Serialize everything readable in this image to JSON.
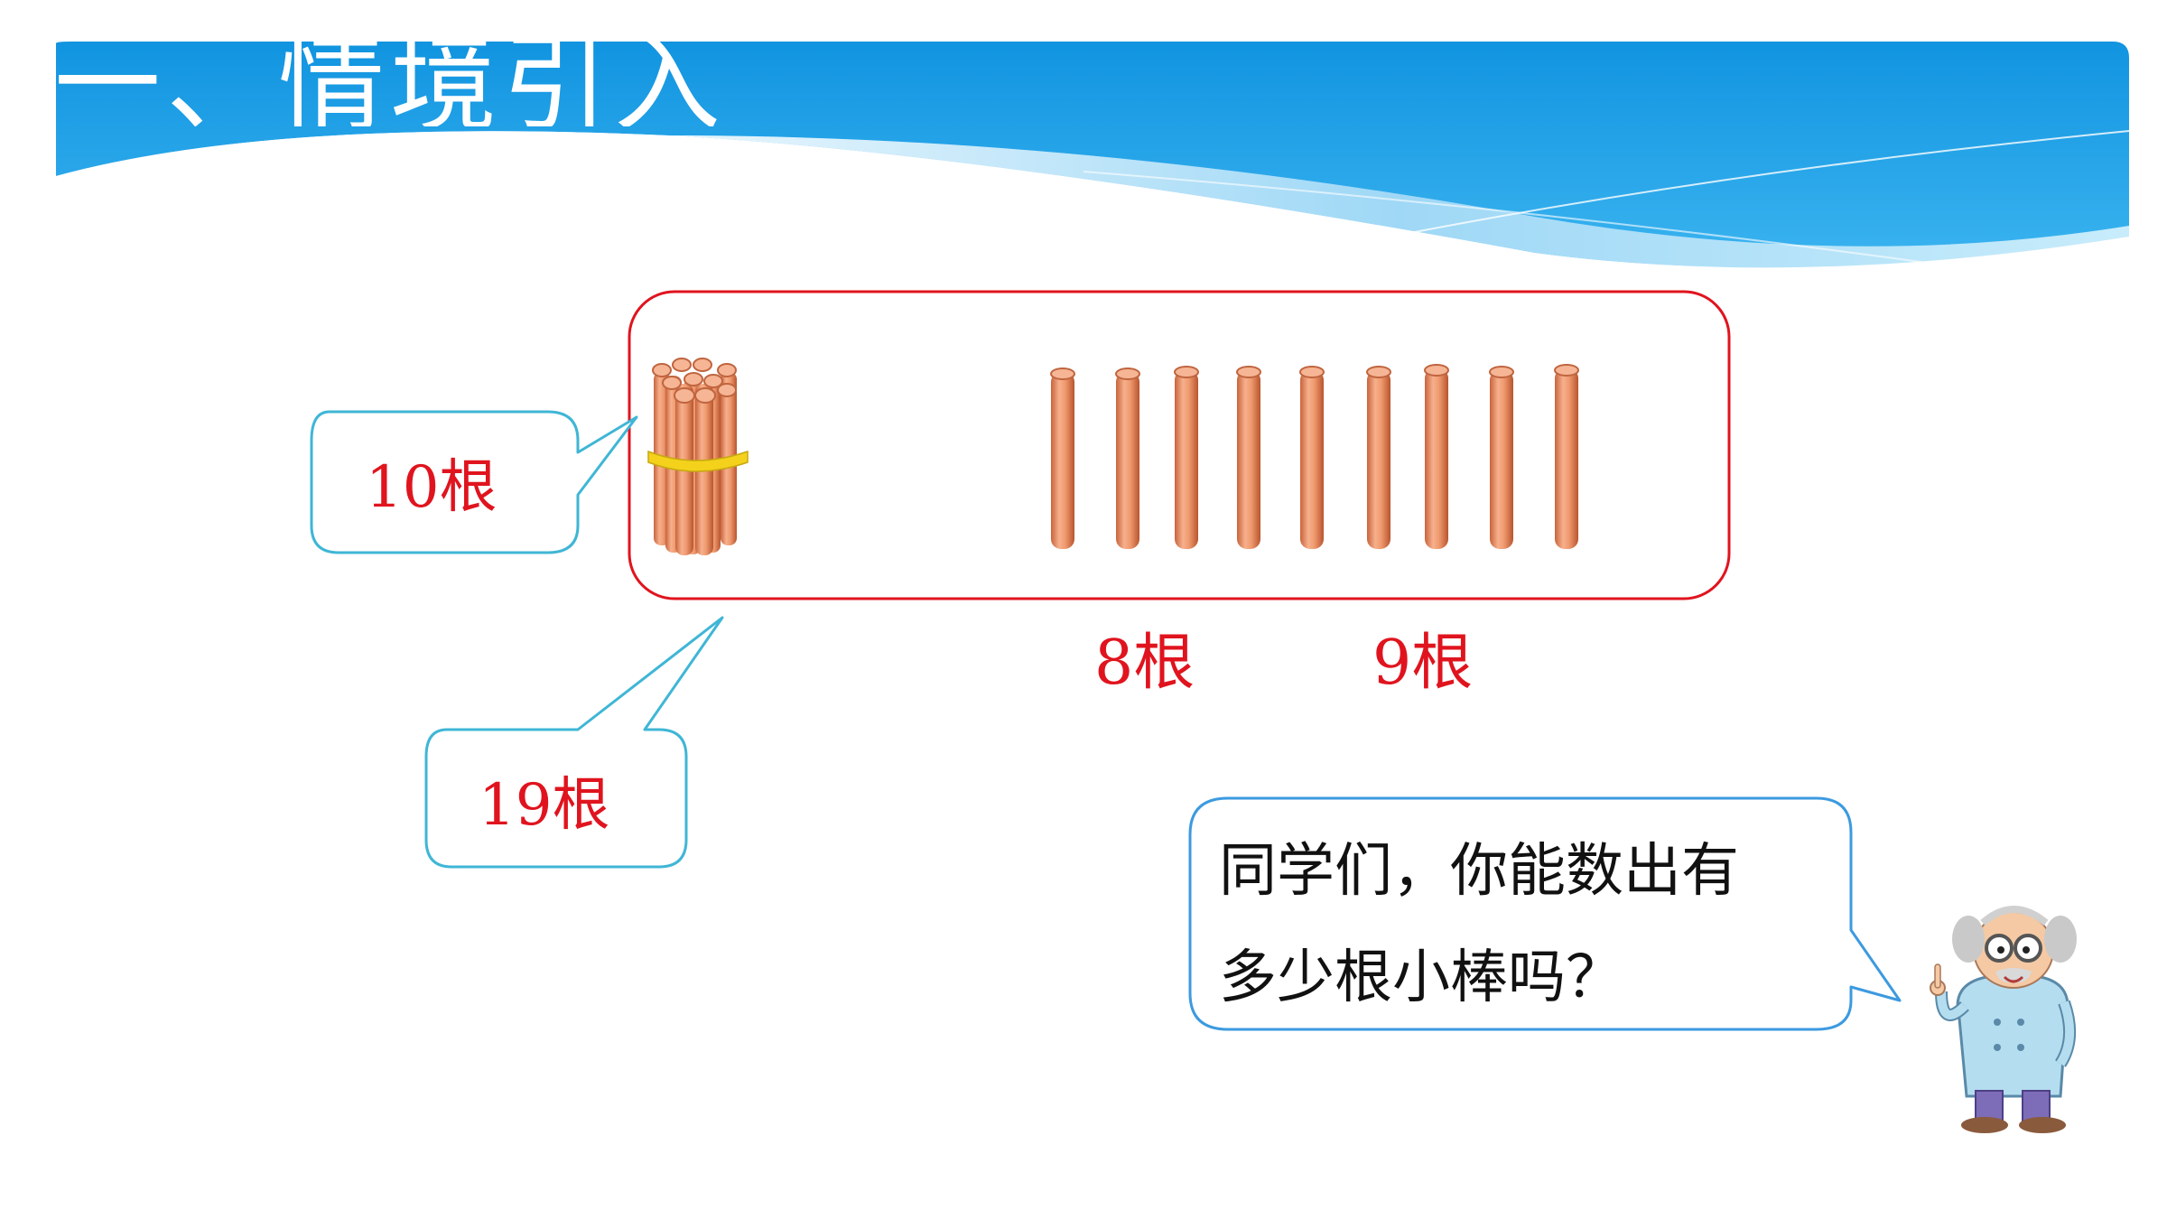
{
  "slide": {
    "title": "一、情境引入"
  },
  "counts": {
    "bundle_label": "10根",
    "total_label": "19根",
    "label_8": "8根",
    "label_9": "9根"
  },
  "teacher": {
    "question_line1": "同学们，你能数出有",
    "question_line2": "多少根小棒吗？"
  },
  "colors": {
    "header_blue": "#1ea0e6",
    "frame_red": "#e0141e",
    "callout_cyan": "#3fb6d6",
    "stick_orange": "#f0a07a",
    "bubble_blue": "#3c9ae0"
  }
}
